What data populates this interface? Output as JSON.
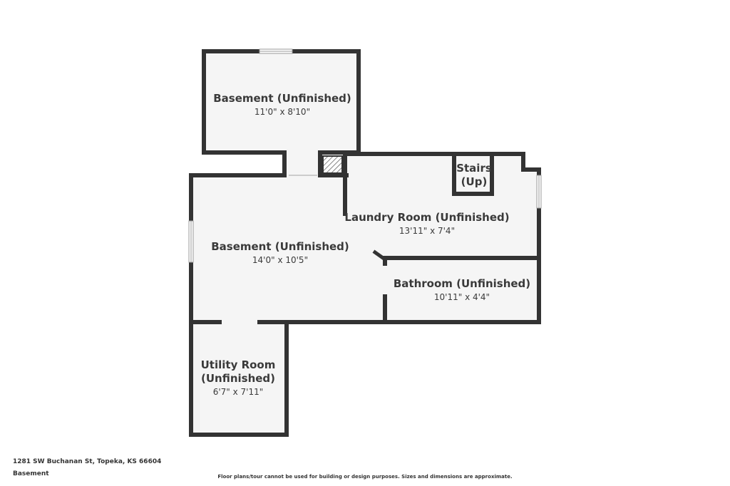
{
  "rooms": [
    {
      "name": "Basement (Unfinished)",
      "dim": "11'0\" x 8'10\""
    },
    {
      "name": "Basement (Unfinished)",
      "dim": "14'0\" x 10'5\""
    },
    {
      "name": "Laundry Room (Unfinished)",
      "dim": "13'11\" x 7'4\""
    },
    {
      "name": "Bathroom (Unfinished)",
      "dim": "10'11\" x 4'4\""
    },
    {
      "name1": "Utility Room",
      "name2": "(Unfinished)",
      "dim": "6'7\" x 7'11\""
    },
    {
      "name1": "Stairs",
      "name2": "(Up)"
    }
  ],
  "footer": {
    "address": "1281 SW Buchanan St, Topeka, KS 66604",
    "level": "Basement",
    "disclaimer": "Floor plans/tour cannot be used for building or design purposes. Sizes and dimensions are approximate."
  },
  "colors": {
    "wall": "#333333",
    "floor": "#f5f5f5",
    "background": "#ffffff"
  }
}
